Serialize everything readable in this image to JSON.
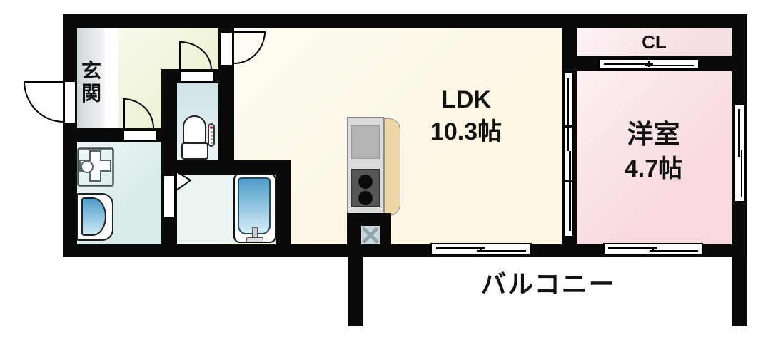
{
  "floorplan": {
    "rooms": {
      "entrance": {
        "label": "玄関"
      },
      "ldk": {
        "label": "LDK",
        "area": "10.3帖"
      },
      "bedroom": {
        "label": "洋室",
        "area": "4.7帖"
      },
      "closet": {
        "label": "CL"
      },
      "balcony": {
        "label": "バルコニー"
      }
    },
    "fixtures": [
      "toilet",
      "bathtub",
      "sink-vanity",
      "washer-pan",
      "kitchen-unit",
      "gas-stove",
      "kitchen-counter",
      "pipe-space"
    ],
    "colors": {
      "wall": "#0a0a0a",
      "hall": "#edf2d4",
      "genkan": "#ccd4d8",
      "ldk": "#fdf7e3",
      "closet": "#f7e0e4",
      "bedroom": "#f8d9de",
      "toilet": "#cfe3e6",
      "washroom": "#d8eaea",
      "bathroom": "#e9f4f2",
      "tub_blue": "#4e9cca",
      "counter": "#ead8a6",
      "kitchen_gray": "#dcdcdc",
      "stove_dark": "#565656",
      "ps_fill": "#cbd8dc",
      "accent_red": "#d02244"
    }
  }
}
